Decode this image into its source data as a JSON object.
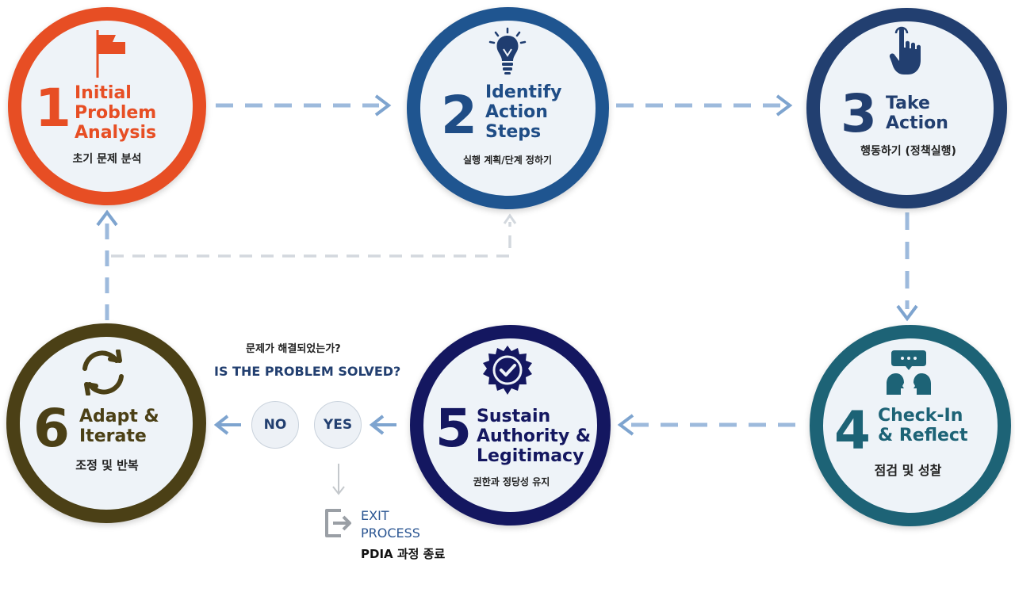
{
  "steps": [
    {
      "number": "1",
      "title": [
        "Initial",
        "Problem",
        "Analysis"
      ],
      "subtitle": "초기 문제 분석",
      "color": "#e74e24",
      "icon": "flag-icon"
    },
    {
      "number": "2",
      "title": [
        "Identify",
        "Action",
        "Steps"
      ],
      "subtitle": "실행 계획/단계 정하기",
      "color": "#1f5590",
      "icon": "lightbulb-icon"
    },
    {
      "number": "3",
      "title": [
        "Take",
        "Action"
      ],
      "subtitle": "행동하기 (정책실행)",
      "color": "#223f70",
      "icon": "pointing-hand-icon"
    },
    {
      "number": "4",
      "title": [
        "Check-In",
        "& Reflect"
      ],
      "subtitle": "점검 및 성찰",
      "color": "#1d6376",
      "icon": "discussion-icon"
    },
    {
      "number": "5",
      "title": [
        "Sustain",
        "Authority &",
        "Legitimacy"
      ],
      "subtitle": "권한과 정당성 유지",
      "color": "#141760",
      "icon": "badge-check-icon"
    },
    {
      "number": "6",
      "title": [
        "Adapt &",
        "Iterate"
      ],
      "subtitle": "조정 및 반복",
      "color": "#4b4016",
      "icon": "cycle-arrows-icon"
    }
  ],
  "decision": {
    "question_kr": "문제가 해결되었는가?",
    "question_en": "IS THE PROBLEM SOLVED?",
    "no": "NO",
    "yes": "YES"
  },
  "exit": {
    "line1": "EXIT",
    "line2": "PROCESS",
    "label_kr": "PDIA 과정 종료",
    "icon": "exit-icon"
  }
}
